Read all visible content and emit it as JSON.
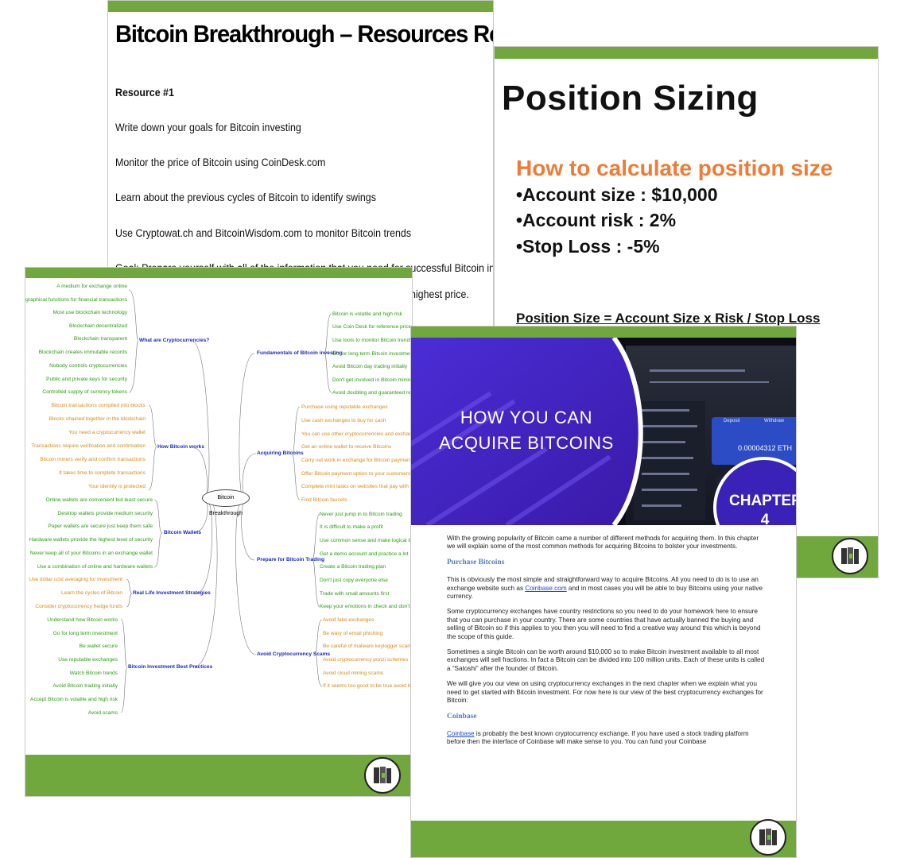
{
  "resources_page": {
    "title": "Bitcoin Breakthrough – Resources Report",
    "heading": "Resource #1",
    "lines": [
      "Write down your goals for Bitcoin investing",
      "Monitor the price of Bitcoin using CoinDesk.com",
      "Learn about the previous cycles of Bitcoin to identify swings",
      "Use Cryptowat.ch and BitcoinWisdom.com to monitor Bitcoin trends",
      "Goal: Prepare yourself with all of the information that you need for successful Bitcoin investment.",
      "highest price."
    ]
  },
  "position_page": {
    "title": "Position Sizing",
    "subtitle": "How to calculate position size",
    "bullets": [
      "•Account size : $10,000",
      "•Account risk : 2%",
      "•Stop Loss : -5%"
    ],
    "formula": "Position Size = Account Size x Risk / Stop Loss"
  },
  "mindmap_page": {
    "center": "Bitcoin Breakthrough",
    "branches": {
      "what": {
        "label": "What are Cryptocurrencies?",
        "items": [
          "A medium for exchange online",
          "Cryptographical functions for financial transactions",
          "Most use blockchain technology",
          "Blockchain decentralized",
          "Blockchain transparent",
          "Blockchain creates immutable records",
          "Nobody controls cryptocurrencies",
          "Public and private keys for security",
          "Controlled supply of currency tokens"
        ]
      },
      "how": {
        "label": "How Bitcoin works",
        "items": [
          "Bitcoin transactions compiled into blocks",
          "Blocks chained together in the blockchain",
          "You need a cryptocurrency wallet",
          "Transactions require verification and confirmation",
          "Bitcoin miners verify and confirm transactions",
          "It takes time to complete transactions",
          "Your identity is protected"
        ]
      },
      "wallets": {
        "label": "Bitcoin Wallets",
        "items": [
          "Online wallets are convenient but least secure",
          "Desktop wallets provide medium security",
          "Paper wallets are secure just keep them safe",
          "Hardware wallets provide the highest level of security",
          "Never keep all of your Bitcoins in an exchange wallet",
          "Use a combination of online and hardware wallets"
        ]
      },
      "real": {
        "label": "Real Life Investment Strategies",
        "items": [
          "Use dollar cost averaging for investment",
          "Learn the cycles of Bitcoin",
          "Consider cryptocurrency hedge funds"
        ]
      },
      "best": {
        "label": "Bitcoin Investment Best Practices",
        "items": [
          "Understand how Bitcoin works",
          "Go for long term investment",
          "Be wallet secure",
          "Use reputable exchanges",
          "Watch Bitcoin trends",
          "Avoid Bitcoin trading initially",
          "Accept Bitcoin is volatile and high risk",
          "Avoid scams"
        ]
      },
      "fund": {
        "label": "Fundamentals of Bitcoin investing",
        "items": [
          "Bitcoin is volatile and high risk",
          "Use Coin Desk for reference prices",
          "Use tools to monitor Bitcoin trends",
          "Go for long term Bitcoin investment",
          "Avoid Bitcoin day trading initially",
          "Don't get involved in Bitcoin mining",
          "Avoid doubling and guaranteed return sc"
        ]
      },
      "acq": {
        "label": "Acquiring Bitcoins",
        "items": [
          "Purchase using reputable exchanges",
          "Use cash exchanges to buy for cash",
          "You can use other cryptocurrencies and exchange them",
          "Get an online wallet to receive Bitcoins",
          "Carry out work in exchange for Bitcoin payments",
          "Offer Bitcoin payment option to your customers",
          "Complete mini tasks on websites that pay with Bitcoin",
          "Find Bitcoin faucets"
        ]
      },
      "prep": {
        "label": "Prepare for Bitcoin Trading",
        "items": [
          "Never just jump in to Bitcoin trading",
          "It is difficult to make a profit",
          "Use common sense and make logical trades",
          "Get a demo account and practice a lot",
          "Create a Bitcoin trading plan",
          "Don't just copy everyone else",
          "Trade with small amounts first",
          "Keep your emotions in check and don't panic"
        ]
      },
      "avoid": {
        "label": "Avoid Cryptocurrency Scams",
        "items": [
          "Avoid fake exchanges",
          "Be wary of email phishing",
          "Be careful of malware keylogger scams",
          "Avoid cryptocurrency ponzi schemes",
          "Avoid cloud mining scams",
          "If it seems too good to be true avoid it"
        ]
      }
    }
  },
  "chapter_page": {
    "banner_line1": "HOW YOU CAN",
    "banner_line2": "ACQUIRE BITCOINS",
    "chapter_label": "CHAPTER",
    "chapter_number": "4",
    "screen_text": {
      "deposit": "Deposit",
      "withdraw": "Withdraw",
      "balance": "0.00004312 ETH"
    },
    "intro": "With the growing popularity of Bitcoin came a number of different methods for acquiring them. In this chapter we will explain some of the most common methods for acquiring Bitcoins to bolster your investments.",
    "heading1": "Purchase Bitcoins",
    "para1_a": "This is obviously the most simple and straightforward way to acquire Bitcoins. All you need to do is to use an exchange website such as ",
    "para1_link": "Coinbase.com",
    "para1_b": " and in most cases you will be able to buy Bitcoins using your native currency.",
    "para2": "Some cryptocurrency exchanges have country restrictions so you need to do your homework here to ensure that you can purchase in your country. There are some countries that have actually banned the buying and selling of Bitcoin so if this applies to you then you will need to find a creative way around this which is beyond the scope of this guide.",
    "para3": "Sometimes a single Bitcoin can be worth around $10,000 so to make Bitcoin investment available to all most exchanges will sell fractions. In fact a Bitcoin can be divided into 100 million units. Each of these units is called a “Satoshi” after the founder of Bitcoin.",
    "para4": "We will give you our view on using cryptocurrency exchanges in the next chapter when we explain what you need to get started with Bitcoin investment. For now here is our view of the best cryptocurrency exchanges for Bitcoin:",
    "heading2": "Coinbase",
    "para5_link": "Coinbase",
    "para5_b": " is probably the best known cryptocurrency exchange. If you have used a stock trading platform before then the interface of Coinbase will make sense to you. You can fund your Coinbase"
  }
}
